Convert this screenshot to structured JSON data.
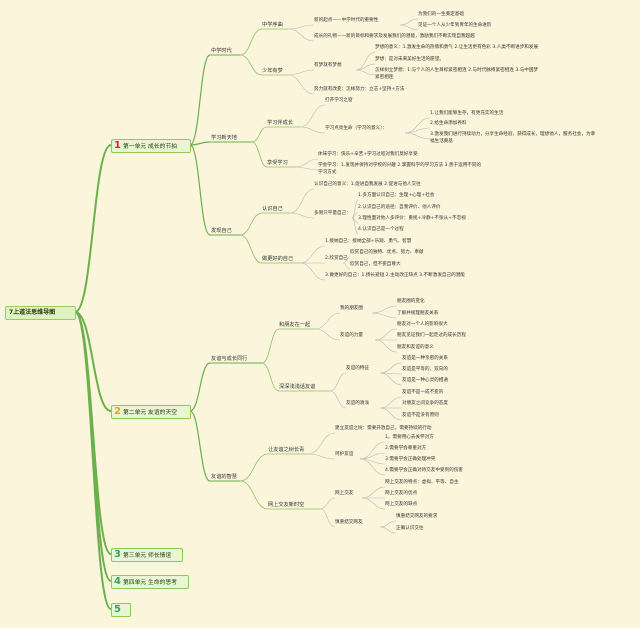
{
  "root": "7上道法思维导图",
  "units": [
    {
      "num": "1",
      "label": "第一单元 成长的节拍",
      "color": "#e0203a"
    },
    {
      "num": "2",
      "label": "第二单元 友谊的天空",
      "color": "#e8a02a"
    },
    {
      "num": "3",
      "label": "第三单元 师长情谊",
      "color": "#34a66b"
    },
    {
      "num": "4",
      "label": "第四单元 生命的思考",
      "color": "#34a66b"
    },
    {
      "num": "5",
      "label": "",
      "color": "#34a66b"
    }
  ],
  "u1": {
    "zxsd": "中学时代",
    "zxxq": "中学序曲",
    "xdqd": "新的起点——中学时代的重要性",
    "xdqd_a": "为我们的一生奠定基础",
    "xdqd_b": "见证一个人从少年到青年的生命进阶",
    "czlw": "成长的礼物——新的目标和要求及发展我们的潜能，激励我们不断实现自我超越",
    "snym": "少年有梦",
    "ymmm": "有梦就有梦想",
    "mx_yy": "梦想的意义：1.激发生命的热情和勇气 2.让生活更有色彩 3.人类不断进步和发展",
    "mx_sx": "梦想：是对未来美好生活的愿望。",
    "mx_zy": "怎样树立梦想：1.与个人的人生目标紧密相连 2.与时代脉搏紧密相连 3.与中国梦",
    "mx_zy2": "紧密相连",
    "nlcy": "努力就有改变：怎样努力：立志+坚持+方法",
    "xxxtd": "学习新天地",
    "xxbcz": "学习伴成长",
    "dkxx": "打开学习之窗",
    "xxsm": "学习点亮生命（学习的意义）：",
    "xxsm_a": "1.让我们能够生存，有更充实的生活",
    "xxsm_b": "2.给生命添加养料",
    "xxsm_c": "3.激发我们进行持续动力，分享生命经验，获得成长，理想他人，服务社会，为幸",
    "xxsm_c2": "福生活奠基",
    "xhxx": "享受学习",
    "tyxx": "体味学习：快乐+辛苦+学习过程对我们莫好享受",
    "xhxx_a": "学会学习：1.发现并保持对学校的兴趣 2.掌握科学的学习方法 3.善于运用不同的",
    "xhxx_a2": "学习方式",
    "fxzj": "发现自己",
    "rszj": "认识自己",
    "rszj_yy": "认识自己的意义：1.促进自我发展 2.促进与他人交往",
    "dtzj": "多侧只平量自己：",
    "dtzj_1": "1.多方面认识自己：生理+心理+社会",
    "dtzj_2": "2.认识自己的途径：自我评价、他人评价",
    "dtzj_3": "3.理性面对他人多评价：重视+冷静+不张从+不忽视",
    "dtzj_4": "4.认识自己是一个过程",
    "zgdzj": "做更好的自己",
    "zgd_1": "1.接纳自己：接纳全部+乐观、勇气、智慧",
    "zgd_2": "2.欣赏自己",
    "zgd_2a": "欣赏自己的独特、优点、努力、奉献",
    "zgd_2b": "欣赏自己，但不妄自尊大",
    "zgd_3": "3.做更好的自己：1.扬长避短 2.主动改正缺点 3.不断激发自己的潜能"
  },
  "u2": {
    "yyyx": "友谊与成长同行",
    "hpyzyq": "和朋友在一起",
    "wdpyq": "我的朋友圈",
    "pyq_a": "朋友圈的变化",
    "pyq_b": "了解并规理朋友关系",
    "yydll": "友谊的力量",
    "yll_a": "朋友对一个人的影响很大",
    "yll_b": "朋友见证我们一起走过的成长历程",
    "yll_c": "朋友和友谊的意义",
    "sssy": "深深浅浅话友谊",
    "yydtz": "友谊的特征",
    "tz_a": "友谊是一种亲密的关系",
    "tz_b": "友谊是平等的，双向的",
    "tz_c": "友谊是一种心灵的相通",
    "yydqq": "友谊的清浅",
    "qq_a": "友谊不是一成不变的",
    "qq_b": "对朋友之间竞争的态度",
    "qq_c": "友谊不是没有原则",
    "yydzh": "友谊的智慧",
    "ryyczq": "让友谊之树长青",
    "jlyy": "建立友谊之树：需要开放自己，需要持续的行动",
    "hhyy": "呵护友谊",
    "hh_1": "1。需要用心去关怀对方",
    "hh_2": "2.需要学会尊重对方",
    "hh_3": "3.需要学会正确处理冲突",
    "hh_4": "4.需要学会正确对待交友中受到的伤害",
    "wsjy": "网上交友新时空",
    "wsjy2": "网上交友",
    "ws_a": "网上交友的特点：虚拟、平等、自主",
    "ws_b": "网上交友的优点",
    "ws_c": "网上交友的缺点",
    "sjjyp": "慎重结交网友",
    "sj_a": "慎重结交网友的要求",
    "sj_b": "正确认识交往"
  },
  "colors": {
    "background": "#fbf5dc",
    "branch": "#6ab04c",
    "sub": "#8cc063",
    "leaf": "#b9b9b9"
  }
}
